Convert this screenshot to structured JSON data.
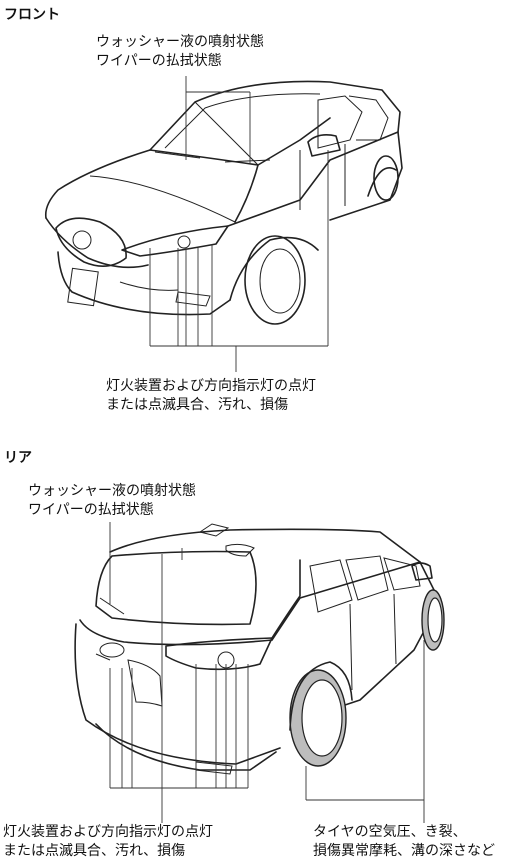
{
  "front": {
    "heading": "フロント",
    "washer_label": [
      "ウォッシャー液の噴射状態",
      "ワイパーの払拭状態"
    ],
    "light_label": [
      "灯火装置および方向指示灯の点灯",
      "または点滅具合、汚れ、損傷"
    ]
  },
  "rear": {
    "heading": "リア",
    "washer_label": [
      "ウォッシャー液の噴射状態",
      "ワイパーの払拭状態"
    ],
    "light_label": [
      "灯火装置および方向指示灯の点灯",
      "または点滅具合、汚れ、損傷"
    ],
    "tire_label": [
      "タイヤの空気圧、き裂、",
      "損傷異常摩耗、溝の深さなど"
    ]
  },
  "colors": {
    "line": "#222222",
    "tire": "#bdbdbd",
    "background": "#ffffff"
  }
}
